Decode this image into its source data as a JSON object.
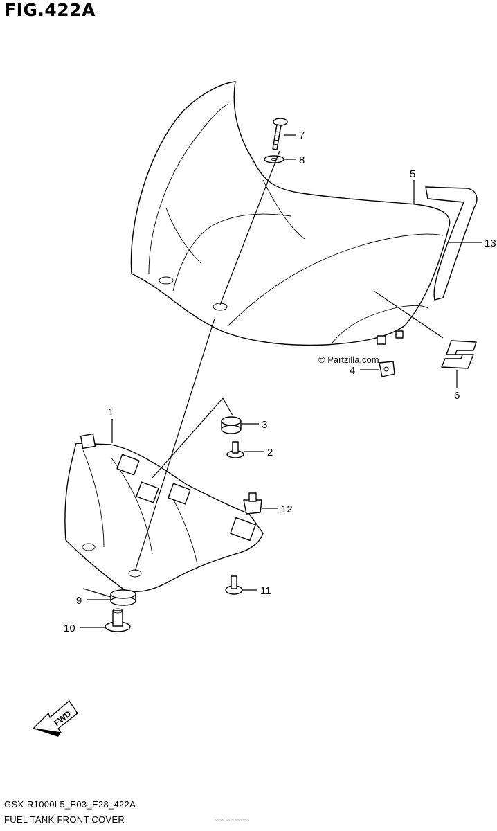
{
  "figure": {
    "title": "FIG.422A",
    "watermark": "© Partzilla.com",
    "fwd_label": "FWD"
  },
  "callouts": [
    {
      "id": "1",
      "label": "1"
    },
    {
      "id": "2",
      "label": "2"
    },
    {
      "id": "3",
      "label": "3"
    },
    {
      "id": "4",
      "label": "4"
    },
    {
      "id": "5",
      "label": "5"
    },
    {
      "id": "6",
      "label": "6"
    },
    {
      "id": "7",
      "label": "7"
    },
    {
      "id": "8",
      "label": "8"
    },
    {
      "id": "9",
      "label": "9"
    },
    {
      "id": "10",
      "label": "10"
    },
    {
      "id": "11",
      "label": "11"
    },
    {
      "id": "12",
      "label": "12"
    },
    {
      "id": "13",
      "label": "13"
    }
  ],
  "footer": {
    "model_code": "GSX-R1000L5_E03_E28_422A",
    "section_name": "FUEL TANK FRONT COVER",
    "small_print": "~~~~ ~~ ~ ~~~~~~"
  }
}
